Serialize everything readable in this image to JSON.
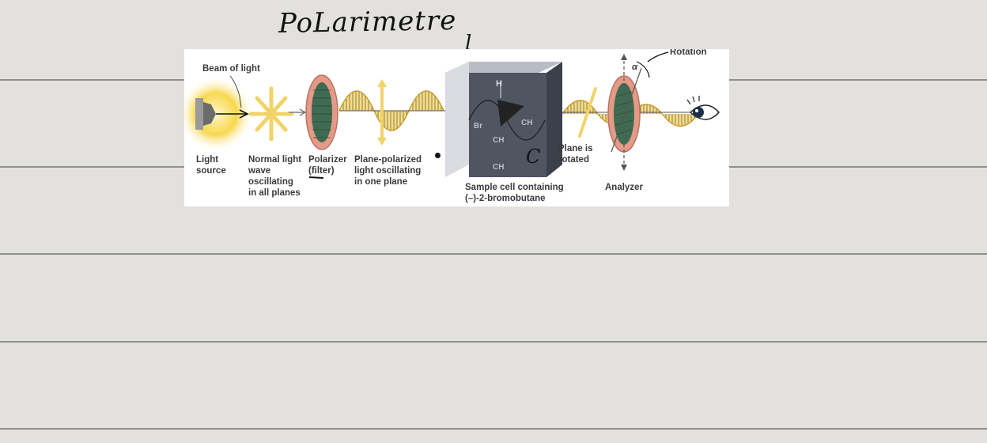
{
  "handwriting": {
    "title": "PoLarimetre",
    "length_mark": "l",
    "cell_mark": "C"
  },
  "diagram": {
    "labels": {
      "beam": "Beam of light",
      "source": "Light\nsource",
      "normal": "Normal light\nwave\noscillating\nin all planes",
      "polarizer": "Polarizer\n(filter)",
      "plane_polarized": "Plane-polarized\nlight oscillating\nin one plane",
      "sample": "Sample cell containing\n(–)-2-bromobutane",
      "rotated": "Plane is\nrotated",
      "analyzer": "Analyzer",
      "rotation": "Rotation",
      "alpha": "α"
    },
    "molecule": {
      "h": "H",
      "br": "Br",
      "ch3_right": "CH",
      "ch2": "CH",
      "ch3_bottom": "CH"
    }
  },
  "colors": {
    "paper": "#e2e1dd",
    "rule": "#8f8f8d",
    "wave": "#e0b43a",
    "filter_ring": "#e49a86",
    "filter_glass": "#3f6b52",
    "cell": "#4f5561",
    "glow": "#f7d84f"
  }
}
